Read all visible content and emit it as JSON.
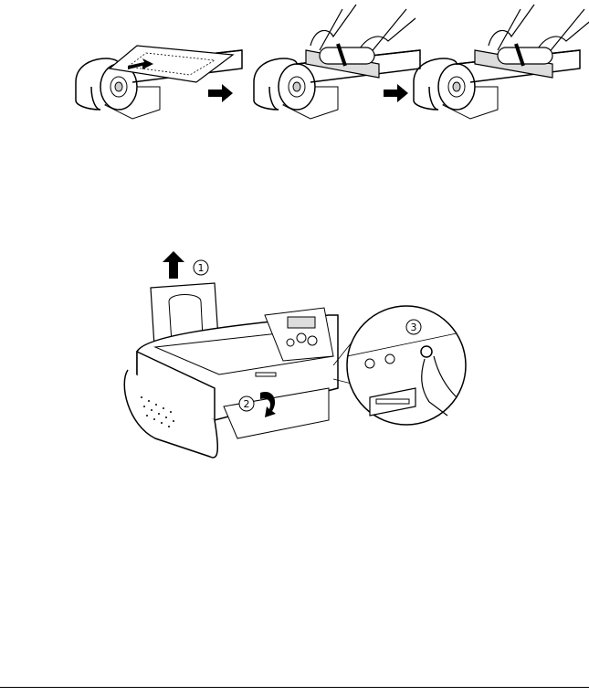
{
  "figure_top": {
    "steps": [
      "paper-flatten-step-1",
      "paper-flatten-step-2",
      "paper-flatten-step-3"
    ]
  },
  "figure_bottom": {
    "callouts": [
      "1",
      "2",
      "3"
    ]
  },
  "colors": {
    "ink": "#000000",
    "paper": "#ffffff",
    "shade": "#cccccc"
  }
}
